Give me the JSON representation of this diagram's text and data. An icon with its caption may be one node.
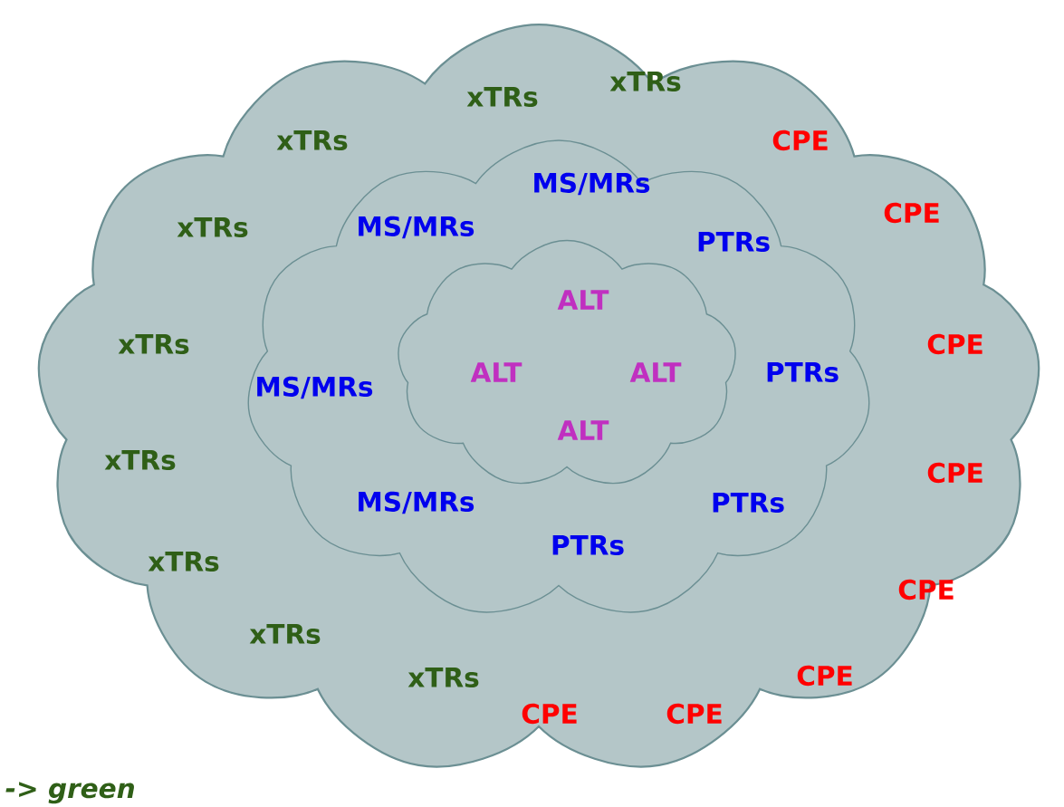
{
  "diagram": {
    "nodes": [
      {
        "text": [
          "xTRs",
          "xTRs",
          "xTRs",
          "xTRs",
          "xTRs",
          "xTRs",
          "xTRs",
          "xTRs",
          "xTRs",
          "CPE",
          "CPE",
          "CPE",
          "CPE",
          "CPE",
          "CPE",
          "CPE",
          "CPE"
        ]
      },
      {
        "text": [
          "MS/MRs",
          "MS/MRs",
          "MS/MRs",
          "MS/MRs",
          "PTRs",
          "PTRs",
          "PTRs",
          "PTRs"
        ],
        "in": 0
      },
      {
        "text": [
          "ALT",
          "ALT",
          "ALT",
          "ALT"
        ],
        "in": 1
      }
    ],
    "labels": [
      "-> green"
    ]
  }
}
